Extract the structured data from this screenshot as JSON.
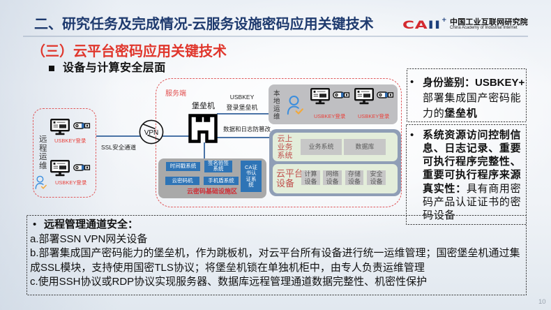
{
  "colors": {
    "title": "#1e3a6e",
    "heading": "#e0362c",
    "logo-red": "#d42a2f",
    "logo-navy": "#1c3f7c",
    "boundary-red": "#e0585a",
    "link-blue": "#4a73a6",
    "login-red": "#e8433d",
    "zone-label": "#c0504d",
    "local-ops-bg": "#bfbfc2",
    "cloud-bg": "#8f9eb6",
    "cloud-zone-bg": "#e3edda",
    "cloud-cell-bg": "#c7c7c7",
    "crypto-bg": "#a9a9a9",
    "crypto-cell-bg": "#2e74b6"
  },
  "header": {
    "title": "二、研究任务及完成情况-云服务设施密码应用关键技术",
    "logo": {
      "mark_red": "CA",
      "mark_navy": "II",
      "mark_sup": "+",
      "name_cn": "中国工业互联网研究院",
      "name_en": "China Academy of Industrial Internet"
    }
  },
  "section": {
    "heading": "（三）云平台密码应用关键技术",
    "subheading_bullet_icon": "square-bullet-icon",
    "subheading": "设备与计算安全层面"
  },
  "diagram": {
    "client_zone": {
      "label": "远程运维",
      "user_icon": "user-check-icon",
      "terminals": [
        {
          "icons": [
            "monitor-icon",
            "usb-key-icon"
          ],
          "login_label": "USBKEY登录"
        },
        {
          "icons": [
            "monitor-icon",
            "usb-key-icon"
          ],
          "login_label": "USBKEY登录"
        }
      ]
    },
    "channel": {
      "label": "SSL安全通道",
      "vpn_icon": "vpn-gateway-icon",
      "vpn_label": "VPN"
    },
    "server_zone": {
      "label": "服务端",
      "bastion": {
        "label": "堡垒机",
        "icon": "castle-icon"
      },
      "link_to_local_ops": {
        "line1": "USBKEY",
        "line2": "登录堡垒机"
      },
      "link_to_cloud": "数据和日志防篡改",
      "local_ops": {
        "label": "本地运维",
        "user_icon": "user-check-icon",
        "terminals": [
          {
            "icons": [
              "monitor-icon",
              "usb-key-icon"
            ],
            "login_label": "USBKEY登录"
          },
          {
            "icons": [
              "monitor-icon",
              "usb-key-icon"
            ],
            "login_label": "USBKEY登录"
          }
        ]
      },
      "cloud_business": {
        "label": "云上业务系统",
        "items": [
          "业务系统",
          "数据库"
        ]
      },
      "cloud_devices": {
        "label": "云平台设备",
        "items": [
          "计算设备",
          "网络设备",
          "存储设备",
          "安全设备"
        ]
      },
      "crypto_infra": {
        "label": "云密码基础设施区",
        "items": [
          "时间戳系统",
          "签名验签系统",
          "CA证书认证系统",
          "云密码机",
          "手机盾系统"
        ]
      }
    }
  },
  "notes": {
    "identity": {
      "bullet": "•",
      "title": "身份鉴别：USBKEY+",
      "body": "部署集成国产密码能力的",
      "emphasis": "堡垒机"
    },
    "system_security": {
      "bullet": "•",
      "title": "系统资源访问控制信息、日志记录、重要可执行程序完整性、重要可执行程序来源真实性：",
      "body": "具有商用密码产品认证证书的密码设备"
    },
    "remote_channel": {
      "bullet": "•",
      "title": "远程管理通道安全：",
      "items": [
        "a.部署SSN VPN网关设备",
        "b.部署集成国产密码能力的堡垒机，作为跳板机，对云平台所有设备进行统一运维管理；国密堡垒机通过集成SSL模块，支持使用国密TLS协议；将堡垒机锁在单独机柜中，由专人负责运维管理",
        "c.使用SSH协议或RDP协议实现服务器、数据库远程管理通道数据完整性、机密性保护"
      ]
    }
  },
  "footer": {
    "page_number": "10"
  }
}
